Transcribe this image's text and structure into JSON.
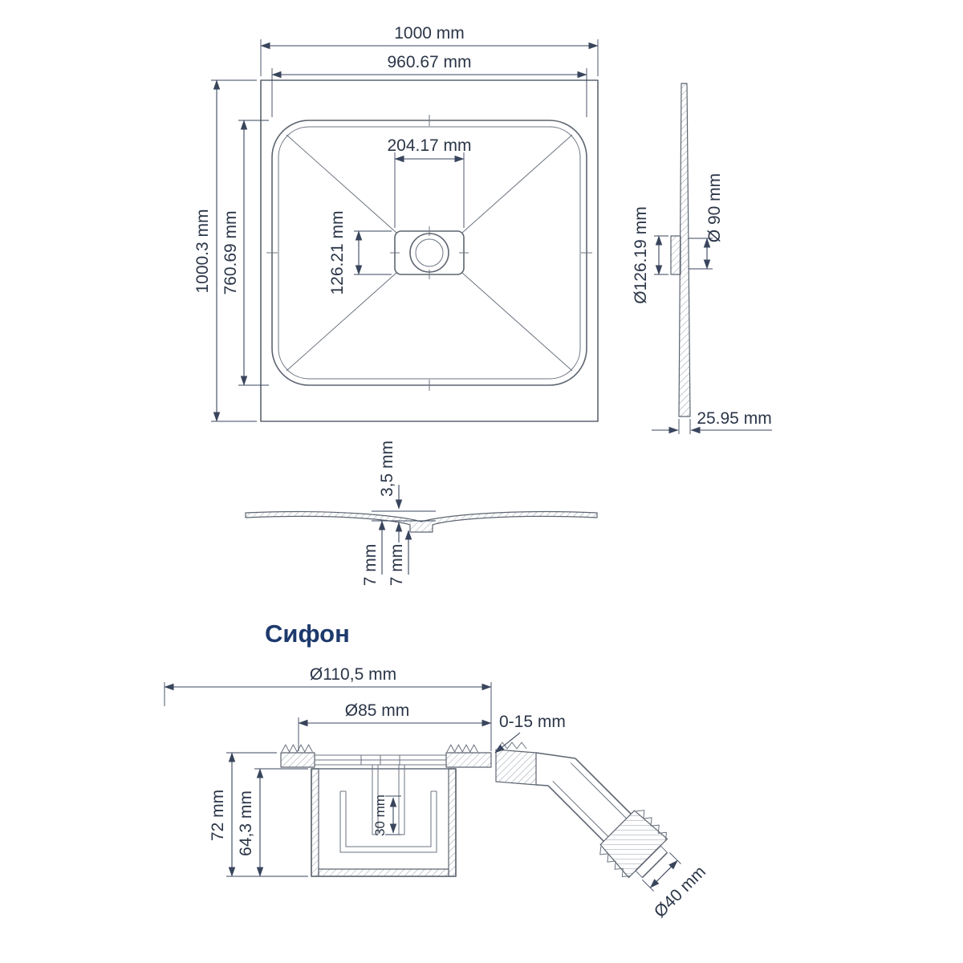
{
  "colors": {
    "accent": "#1d3a6d",
    "line": "#5d6570",
    "text": "#2b3648"
  },
  "tray": {
    "top_view": {
      "outer_width": "1000 mm",
      "inner_width": "960.67 mm",
      "outer_height": "1000.3 mm",
      "inner_height": "760.69 mm",
      "drain_width": "204.17 mm",
      "drain_height": "126.21 mm"
    },
    "side_view": {
      "flange_diameter": "Ø126.19 mm",
      "drain_diameter": "Ø 90 mm",
      "thickness": "25.95 mm"
    },
    "profile_view": {
      "center_depth": "3,5 mm",
      "left_thickness": "7 mm",
      "right_thickness": "7 mm"
    }
  },
  "siphon": {
    "title": "Сифон",
    "outer_diameter": "Ø110,5 mm",
    "inner_diameter": "Ø85 mm",
    "adjustment_range": "0-15 mm",
    "total_height": "72 mm",
    "body_height": "64,3 mm",
    "inner_depth": "30 mm",
    "outlet_diameter": "Ø40 mm"
  }
}
